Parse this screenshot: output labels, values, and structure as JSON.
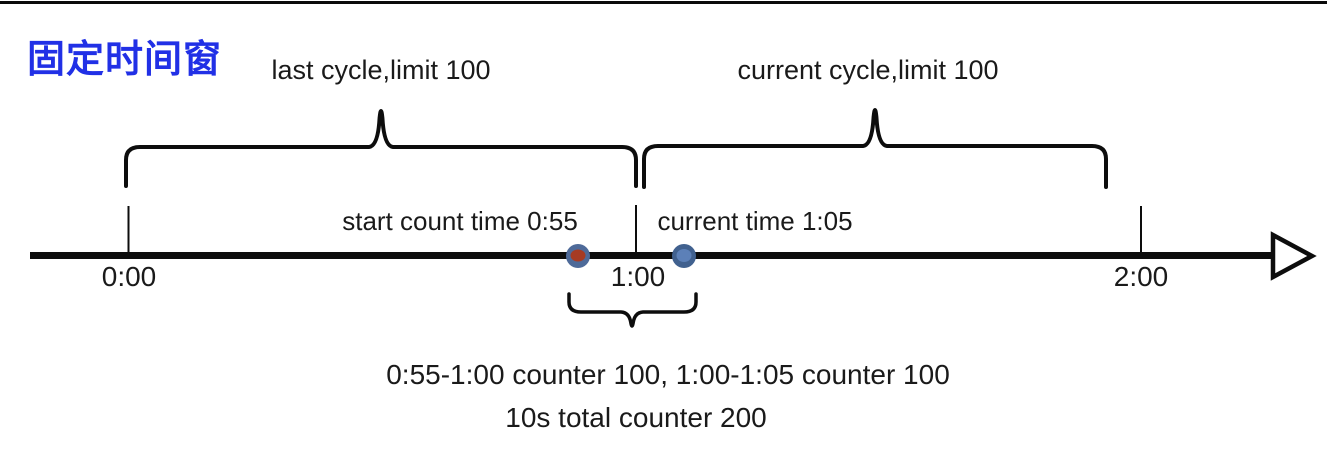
{
  "page": {
    "title": "固定时间窗",
    "title_color": "#2130E6"
  },
  "cycles": {
    "last_cycle_label": "last cycle,limit 100",
    "current_cycle_label": "current cycle,limit 100"
  },
  "timeline": {
    "tick_labels": [
      "0:00",
      "1:00",
      "2:00"
    ],
    "axis_color": "#0d0d0d",
    "markers": {
      "start_count": {
        "label": "start count time 0:55",
        "outer_color": "#4E6A99",
        "inner_color": "#A63B24"
      },
      "current_time": {
        "label": "current time 1:05",
        "outer_color": "#41618F",
        "inner_color": "#5C80B8"
      }
    }
  },
  "annotation": {
    "line1": "0:55-1:00 counter 100, 1:00-1:05 counter 100",
    "line2": "10s total counter 200"
  }
}
